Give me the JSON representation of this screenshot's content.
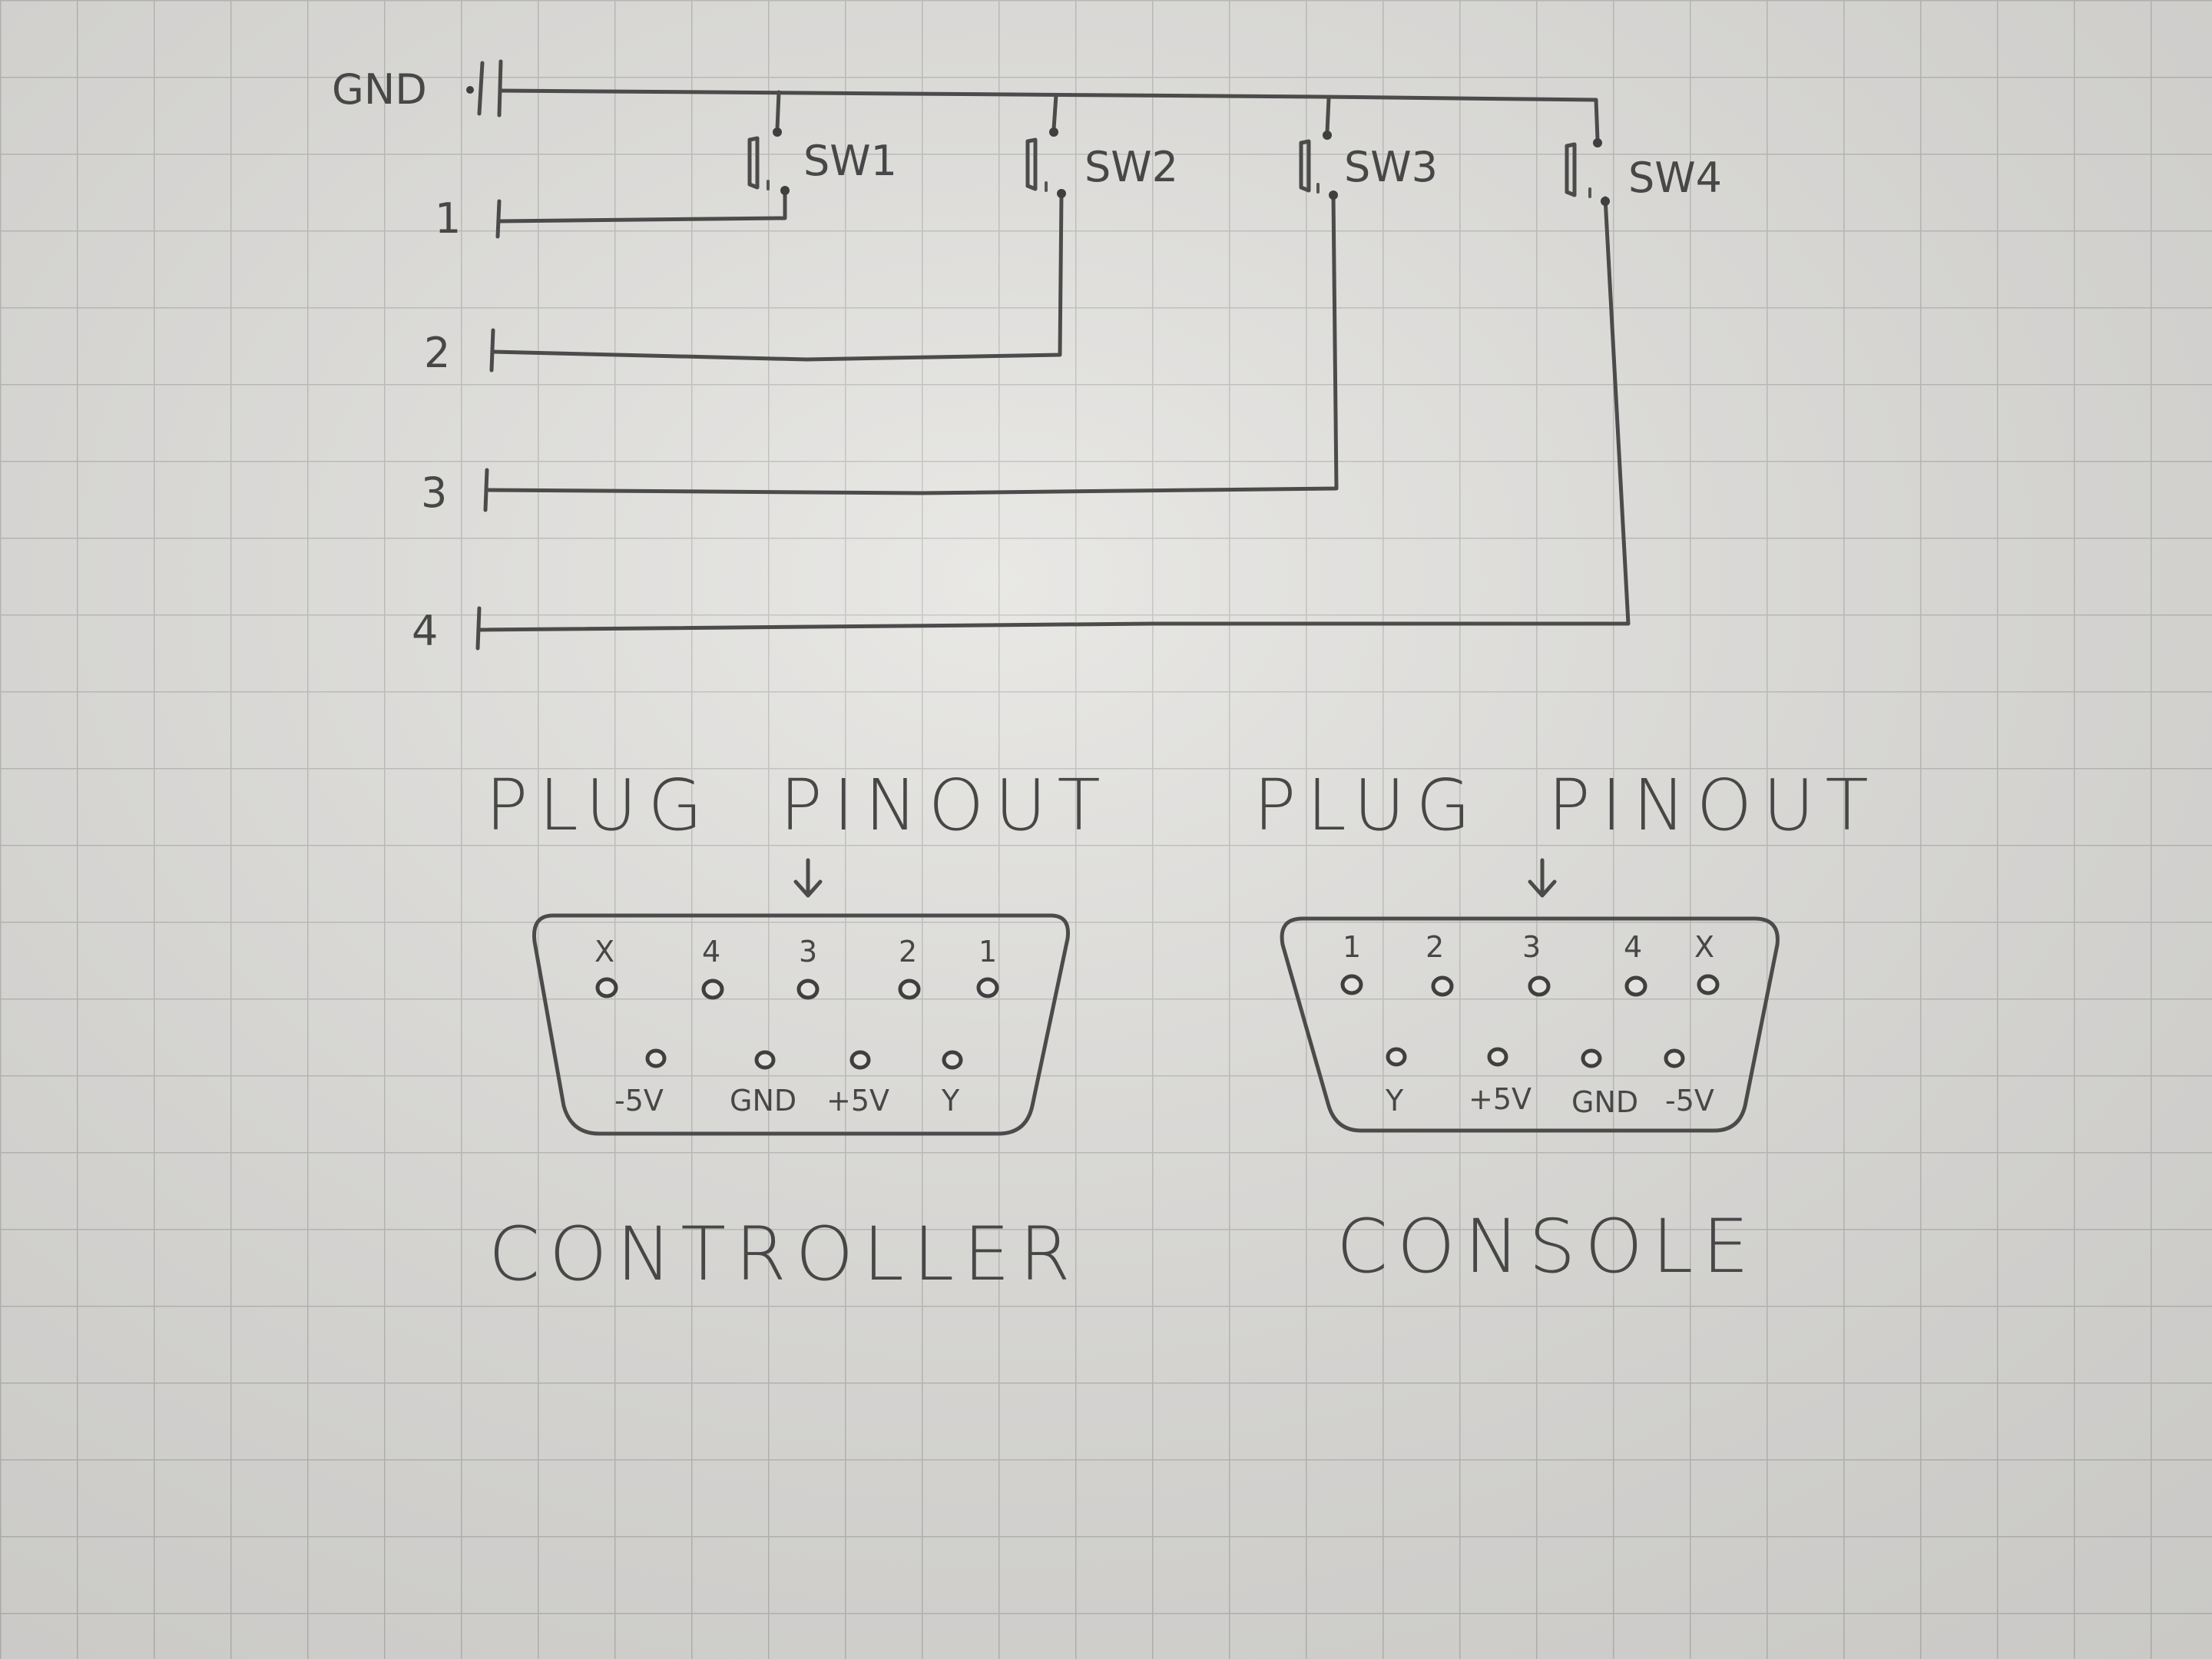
{
  "schematic": {
    "gnd_label": "GND",
    "pin_labels": [
      "1",
      "2",
      "3",
      "4"
    ],
    "switch_labels": [
      "SW1",
      "SW2",
      "SW3",
      "SW4"
    ]
  },
  "connectors": [
    {
      "id": "controller",
      "title": "PLUG  PINOUT",
      "caption": "CONTROLLER",
      "top_pins": [
        "X",
        "4",
        "3",
        "2",
        "1"
      ],
      "bottom_pins": [
        "-5V",
        "GND",
        "+5V",
        "Y"
      ]
    },
    {
      "id": "console",
      "title": "PLUG  PINOUT",
      "caption": "CONSOLE",
      "top_pins": [
        "1",
        "2",
        "3",
        "4",
        "X"
      ],
      "bottom_pins": [
        "Y",
        "+5V",
        "GND",
        "-5V"
      ]
    }
  ],
  "colors": {
    "paper": "#e4e3e0",
    "grid": "#bdbdbb",
    "pencil": "#474747"
  }
}
